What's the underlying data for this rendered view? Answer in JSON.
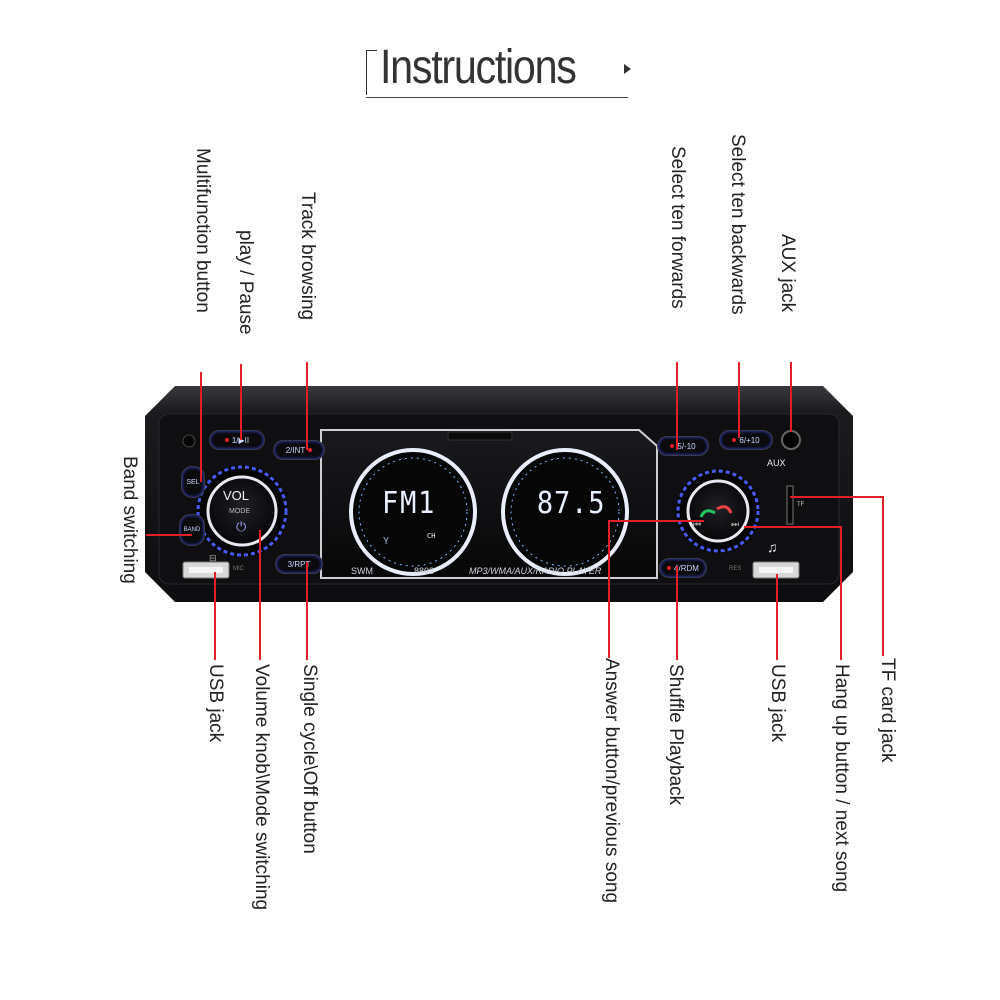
{
  "title": "Instructions",
  "labels": {
    "multifunction": "Multifunction button",
    "play_pause": "play / Pause",
    "track_browsing": "Track browsing",
    "band_switching": "Band switching",
    "usb_jack_left": "USB jack",
    "volume_knob": "Volume knob\\Mode switching",
    "single_cycle": "Single cycle\\Off button",
    "select_ten_forwards": "Select ten forwards",
    "select_ten_backwards": "Select ten backwards",
    "aux_jack": "AUX jack",
    "answer_button": "Answer button/previous song",
    "shuffle_playback": "Shuffle Playback",
    "usb_jack_right": "USB jack",
    "hang_up": "Hang up button / next song",
    "tf_card_jack": "TF card jack"
  },
  "device": {
    "btn_1": "1/▶II",
    "btn_2": "2/INT",
    "btn_sel": "SEL",
    "btn_band": "BAND",
    "btn_3": "3/RPT",
    "btn_m10": "5/-10",
    "btn_p10": "6/+10",
    "btn_rdm": "4/RDM",
    "vol": "VOL",
    "mode": "MODE",
    "aux": "AUX",
    "tf": "TF",
    "mic": "MIC",
    "rst": "RES",
    "model_left": "SWM",
    "model_num": "8808",
    "player_text": "MP3/WMA/AUX/RADIO PLAYER",
    "display_left": "FM1",
    "display_right": "87.5",
    "ch": "CH"
  },
  "colors": {
    "accent": "#e21f26",
    "device_body": "#151517",
    "glow": "#4a5cff"
  }
}
